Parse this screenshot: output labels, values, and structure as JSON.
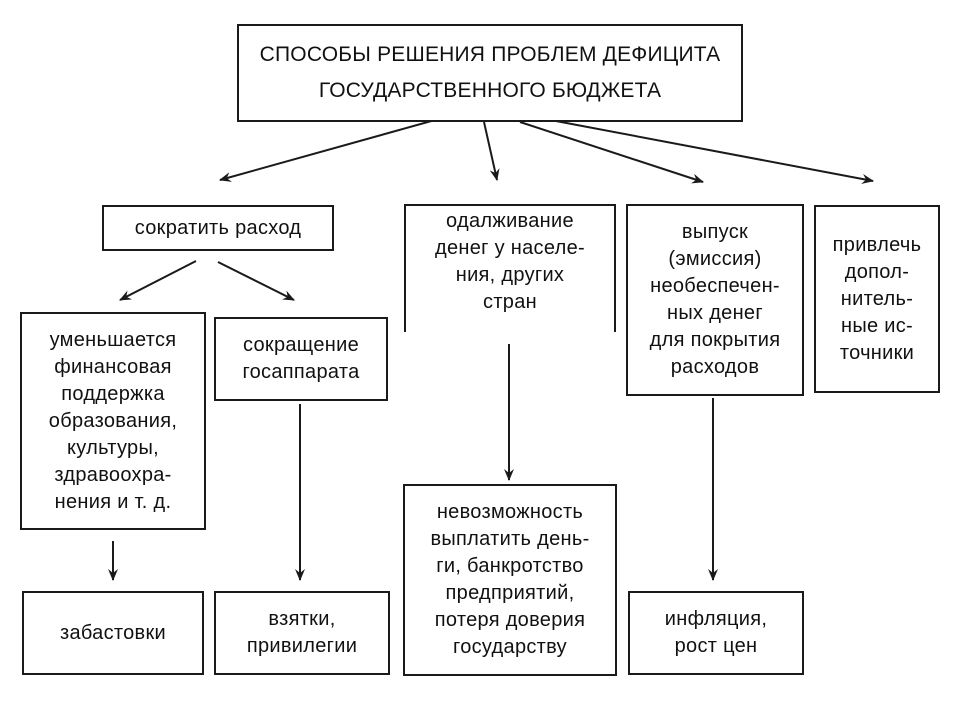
{
  "diagram": {
    "title": "СПОСОБЫ РЕШЕНИЯ ПРОБЛЕМ ДЕФИЦИТА\nГОСУДАРСТВЕННОГО БЮДЖЕТА",
    "methods": {
      "reduce": "сократить расход",
      "borrow": "одалживание\nденег у населе-\nния, других\nстран",
      "emission": "выпуск\n(эмиссия)\nнеобеспечен-\nных денег\nдля покрытия\nрасходов",
      "other_sources": "привлечь\nдопол-\nнитель-\nные ис-\nточники"
    },
    "reduction_types": {
      "cut_support": "уменьшается\nфинансовая\nподдержка\nобразования,\nкультуры,\nздравоохра-\nнения и т. д.",
      "cut_apparatus": "сокращение\nгосаппарата"
    },
    "consequences": {
      "strikes": "забастовки",
      "bribes": "взятки,\nпривилегии",
      "default": "невозможность\nвыплатить день-\nги, банкротство\nпредприятий,\nпотеря доверия\nгосударству",
      "inflation": "инфляция,\nрост цен"
    }
  }
}
